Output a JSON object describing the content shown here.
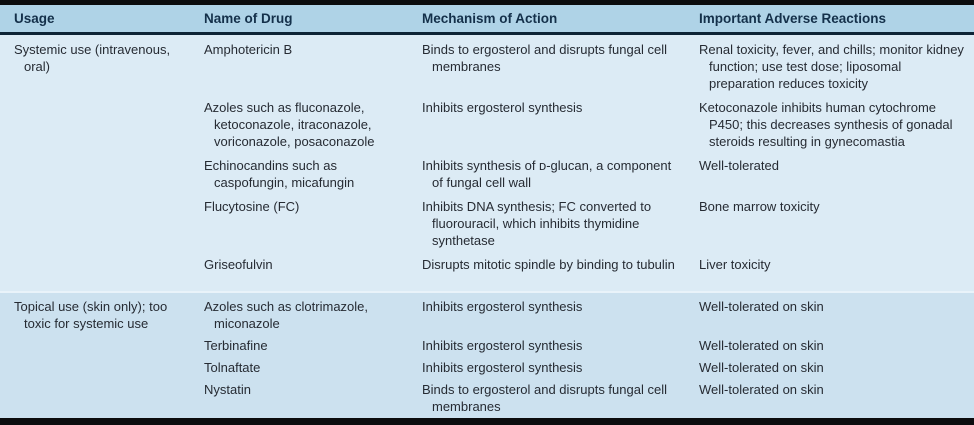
{
  "table": {
    "columns": [
      "Usage",
      "Name of Drug",
      "Mechanism of Action",
      "Important Adverse Reactions"
    ],
    "sections": [
      {
        "usage": "Systemic use (intravenous, oral)",
        "rows": [
          {
            "drug": "Amphotericin B",
            "mechanism": "Binds to ergosterol and disrupts fungal cell membranes",
            "adverse_reactions": "Renal toxicity, fever, and chills; monitor kidney function; use test dose; liposomal preparation reduces toxicity"
          },
          {
            "drug": "Azoles such as fluconazole, ketoconazole, itraconazole, voriconazole, posaconazole",
            "mechanism": "Inhibits ergosterol synthesis",
            "adverse_reactions": "Ketoconazole inhibits human cytochrome P450; this decreases synthesis of gonadal steroids resulting in gynecomastia"
          },
          {
            "drug": "Echinocandins such as caspofungin, micafungin",
            "mechanism": "Inhibits synthesis of ᴅ-glucan, a component of fungal cell wall",
            "adverse_reactions": "Well-tolerated"
          },
          {
            "drug": "Flucytosine (FC)",
            "mechanism": "Inhibits DNA synthesis; FC converted to fluorouracil, which inhibits thymidine synthetase",
            "adverse_reactions": "Bone marrow toxicity"
          },
          {
            "drug": "Griseofulvin",
            "mechanism": "Disrupts mitotic spindle by binding to tubulin",
            "adverse_reactions": "Liver toxicity"
          }
        ]
      },
      {
        "usage": "Topical use (skin only); too toxic for systemic use",
        "rows": [
          {
            "drug": "Azoles such as clotrimazole, miconazole",
            "mechanism": "Inhibits ergosterol synthesis",
            "adverse_reactions": "Well-tolerated on skin"
          },
          {
            "drug": "Terbinafine",
            "mechanism": "Inhibits ergosterol synthesis",
            "adverse_reactions": "Well-tolerated on skin"
          },
          {
            "drug": "Tolnaftate",
            "mechanism": "Inhibits ergosterol synthesis",
            "adverse_reactions": "Well-tolerated on skin"
          },
          {
            "drug": "Nystatin",
            "mechanism": "Binds to ergosterol and disrupts fungal cell membranes",
            "adverse_reactions": "Well-tolerated on skin"
          }
        ]
      }
    ]
  },
  "colors": {
    "header_background": "#afd3e7",
    "section1_background": "#dcebf5",
    "section2_background": "#cce1ef",
    "black_rule": "#0b0c0e",
    "header_rule": "#0d2436",
    "header_text": "#14304a",
    "body_text": "#262b33"
  }
}
